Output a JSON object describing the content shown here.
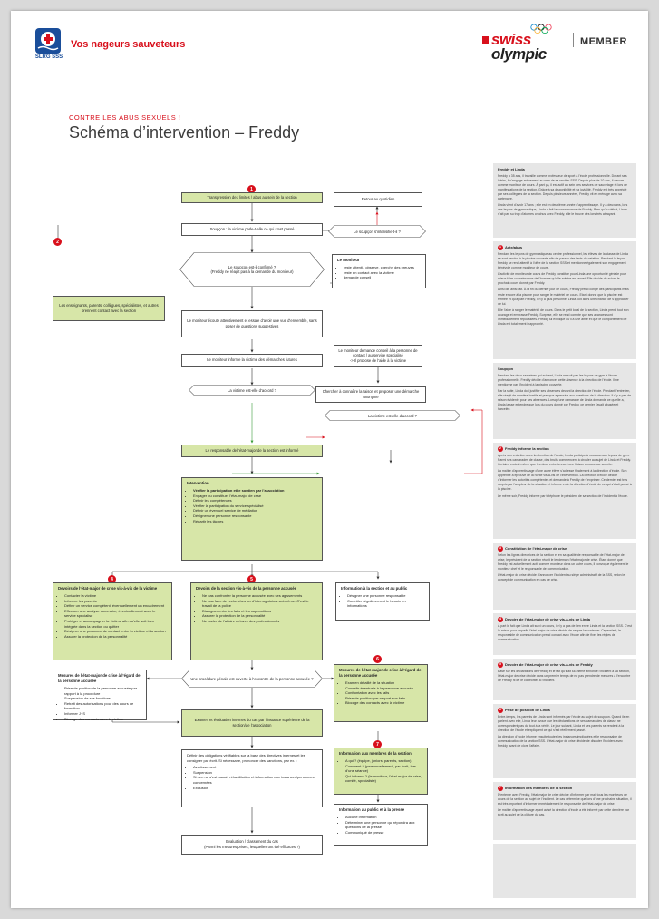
{
  "header": {
    "org_name": "Vos nageurs sauveteurs",
    "org_abbrev": "SLRG SSS",
    "partner_swiss": "swiss",
    "partner_olympic": "olympic",
    "partner_member": "MEMBER"
  },
  "kicker": "CONTRE LES ABUS SEXUELS !",
  "title": "Schéma d’intervention – Freddy",
  "flow": {
    "transgression": "Transgression des limites / abus au sein de la section",
    "retour": "Retour au quotidien",
    "soupcon": "Soupçon : la victime parle-t-elle ce qui s’est passé",
    "soupcon_intensifie": "Le soupçon s’intensifie-t-il ?",
    "soupcon_confirme": "Le soupçon est-il confirmé ?\n(Freddy ne réagit pas à la demande du moniteur)",
    "moniteur_title": "Le moniteur",
    "moniteur_items": [
      "reste attentif, observe, cherche des preuves",
      "reste en contact avec la victime",
      "demande conseil"
    ],
    "enseignants": "Les enseignants, parents, collègues, spécialistes, et autres prennent contact avec la section",
    "ecoute": "Le moniteur écoute attentivement et essaie d’avoir une vue d’ensemble, sans poser de questions suggestives",
    "informe_victime": "Le moniteur informe la victime des démarches futures",
    "demande_conseil": "Le moniteur demande conseil à la personne de contact / au service spécialisé\n-> Il propose de l’aide à la victime",
    "victime_accord1": "La victime est-elle d’accord ?",
    "chercher_raison": "Chercher à connaître la raison et proposer une démarche anonyme",
    "victime_accord2": "La victime est-elle d’accord ?",
    "responsable_informe": "Le responsable de l’état-major de la section est informé",
    "intervention_title": "Intervention",
    "intervention_items": [
      "Vérifier la participation et le soutien par l’association",
      "Engager ou constituer l’état-major de crise",
      "Définir les compétences",
      "Vérifier la participation du service spécialisé",
      "Définir un éventuel service de médiation",
      "Désigner une personne responsable",
      "Répartir les tâches"
    ],
    "devoirs_victime_title": "Devoirs de l’état-major de crise vis-à-vis de la victime",
    "devoirs_victime_items": [
      "Contacter la victime",
      "Informer les parents",
      "Définir un service compétent, éventuellement un encadrement",
      "Effectuer une analyse sommaire, éventuellement avec le service spécialisé",
      "Protéger et accompagner la victime afin qu’elle soit bien intégrée dans la section ou quitter",
      "Désigner une personne de contact entre la victime et la section",
      "Assurer la protection de la personnalité"
    ],
    "devoirs_accusee_title": "Devoirs de la section vis-à-vis de la personne accusée",
    "devoirs_accusee_items": [
      "Ne pas confronter la personne accusée avec ses agissements",
      "Ne pas faire de recherches ou d’interrogatoires soi-même. C’est le travail de la police",
      "Dialoguer entre les faits et les suppositions",
      "Assurer la protection de la personnalité",
      "Ne parler de l’affaire qu’avec des professionnels"
    ],
    "info_section_title": "Information à la section et au public",
    "info_section_items": [
      "Désigner une personne responsable",
      "Contrôler régulièrement le besoin en informations"
    ],
    "procedure_penale": "Une procédure pénale est ouverte à l’encontre de la personne accusée ?",
    "mesures_gauche_title": "Mesures de l’état-major de crise à l’égard de la personne accusée",
    "mesures_gauche_items": [
      "Prise de position de la personne accusée par rapport à la procédure",
      "Suspension de ses fonctions",
      "Retrait des autorisations pour des cours de formation",
      "Informer J+S",
      "Blocage des contacts avec la victime"
    ],
    "mesures_droite_title": "Mesures de l’état-major de crise à l’égard de la personne accusée",
    "mesures_droite_items": [
      "Examen détaillé de la situation",
      "Conseils éventuels à la personne accusée",
      "Confrontation avec les faits",
      "Prise de position par rapport aux faits",
      "Blocage des contacts avec la victime"
    ],
    "examen": "Examen et évaluation internes du cas par l’instance supérieure de la section/de l’association",
    "obligations_title": "Définir des obligations vérifiables sur la base des directives internes et les consigner par écrit. Si nécessaire, prononcer des sanctions, par ex. :",
    "obligations_items": [
      "Avertissement",
      "Suspension",
      "Si rien ne s’est passé, réhabilitation et information aux instances/personnes concernées",
      "Exclusion"
    ],
    "info_membres_title": "Information aux membres de la section",
    "info_membres_items": [
      "A qui ? (équipe, juniors, parents, section)",
      "Comment ? (personnellement, par écrit, lors d’une séance)",
      "Qui informe ? (le moniteur, l’état-major de crise, comité, spécialiste)"
    ],
    "info_presse_title": "Information au public et à la presse",
    "info_presse_items": [
      "Aucune information",
      "Déterminer une personne qui répondra aux questions de la presse",
      "Communiqué de presse"
    ],
    "evaluation": "Evaluation / classement du cas\n(Parmi les mesures prises, lesquelles ont été efficaces ?)"
  },
  "sidebar": [
    {
      "num": "",
      "title": "Freddy et Linda",
      "paras": [
        "Freddy a 35 ans, il travaille comme professeur de sport à l’école professionnelle. Durant ses loisirs, il s’engage activement au sein de sa section SSS. Depuis plus de 10 ans, il oeuvre comme moniteur de cours. À part ça, il est actif au sein des services de sauvetage et lors de manifestations de la section. Grâce à sa disponibilité et sa jovialité, Freddy est très apprécié par ses collègues de la section. Depuis plusieurs années, Freddy vit en ménage avec sa partenaire.",
        "Linda vient d’avoir 17 ans ; elle est en deuxième année d’apprentissage. Il y a deux ans, lors des leçons de gymnastique, Linda a fait la connaissance de Freddy. Bien qu’au début, Linda n’ait pas su trop d’atomes crochus avec Freddy, elle le trouve dès lors très attrayant."
      ]
    },
    {
      "num": "1",
      "title": "Acte/abus",
      "paras": [
        "Pendant les leçons de gymnastique au centre professionnel, les élèves de la classe de Linda se sont rendus à la piscine couverte afin de passer des tests de natation. Pendant la leçon, Freddy se rend attentif à l’offre de la section SSS et mentionne également son engagement bénévole comme moniteur de cours.",
        "L’activité de moniteur de cours de Freddy constitue pour Linda une opportunité géniale pour mieux faire connaissance de l’homme qu’elle admire en secret. Elle décide de suivre le prochain cours donné par Freddy.",
        "Ainsi dit, ainsi fait. À la fin du dernier jour de cours, Freddy prend congé des participants mais reste encore à la piscine pour ranger le matériel de cours. Etant donné que la piscine est fermée et qu’à part Freddy, il n’y a plus personne, Linda voit alors une chance de s’approcher de lui.",
        "Elle l’aide à ranger le matériel de cours. Dans le petit local de la section, Linda prend tout son courage et embrasse Freddy. Surprise, elle se rend compte que ses avances sont immédiatement repoussées. Freddy lui explique qu’il a une amie et que le comportement de Linda est totalement inapproprié."
      ]
    },
    {
      "num": "",
      "title": "Soupçon",
      "paras": [
        "Pendant les deux semaines qui suivent, Linda ne suit pas les leçons de gym à l’école professionnelle. Freddy décide d’annoncer cette absence à la direction de l’école. Il ne mentionne pas l’incident à la piscine couverte.",
        "Par la suite, Linda doit justifier ses absences devant la direction de l’école. Pendant l’entretien, elle réagit de manière hostile et presque agressive aux questions de la direction. Il n’y a pas de raison évidente pour ses absences. Lorsqu’une camarade de Linda demande ce qu’elle a, Linda laisse entendre que lors du cours donné par Freddy, ce dernier l’avait abusée et harcelée."
      ]
    },
    {
      "num": "2",
      "title": "Freddy informe la section",
      "paras": [
        "Après son entretien avec la direction de l’école, Linda participe à nouveau aux leçons de gym. Parmi ses camarades de classe, des bruits commencent à circuler au sujet de Linda et Freddy. Certains croient même que les deux entretiennent une liaison amoureuse secrète.",
        "La maître d’apprentissage d’une autre élève s’adresse finalement à la direction d’école. Son apprentie a éprouvé de la honte vis-à-vis de l’intervention. La direction d’école décide d’informer les autorités compétentes et demande à Freddy de s’exprimer. Ce dernier est très surpris par l’ampleur de la situation et informe enfin la direction d’école de ce qui s’était passé à la piscine.",
        "Le même soir, Freddy informe par téléphone le président de sa section de l’incident à l’école."
      ]
    },
    {
      "num": "3",
      "title": "Constitution de l’état-major de crise",
      "paras": [
        "Selon les lignes directrices de la section et en sa qualité de responsable de l’état-major de crise, le président de la section réunit le lendemain l’état-major de crise. Étant donné que Freddy est actuellement actif comme moniteur dans un autre cours, il convoque également le moniteur chef et le responsable de communication.",
        "L’état-major de crise décide d’annoncer l’incident au siège administratif de la SSS, selon le concept de communication en cas de crise."
      ]
    },
    {
      "num": "4",
      "title": "Devoirs de l’état-major de crise vis-à-vis de Linda",
      "paras": [
        "À part le fait que Linda ait suivi un cours, il n’y a pas de lien entre Linda et la section SSS. C’est la raison pour laquelle l’état-major de crise décide de ne pas la contacter. Cependant, le responsable de communication prend contact avec l’école afin de fixer les règles de communication."
      ]
    },
    {
      "num": "5",
      "title": "Devoirs de l’état-major de crise vis-à-vis de Freddy",
      "paras": [
        "Basé sur les déclarations de Freddy et le fait qu’il ait lui-même annoncé l’incident à sa section, l’état-major de crise décide dans un premier temps de ne pas prendre de mesures à l’encontre de Freddy ni de le confronter à l’incident."
      ]
    },
    {
      "num": "6",
      "title": "Prise de position de Linda",
      "paras": [
        "Entre-temps, les parents de Linda sont informés par l’école au sujet du soupçon. Quand ils en parlent avec elle, Linda leur avoue que les déclarations de ses camarades de classe ne correspondent pas du tout à la vérité. Le jour suivant, Linda et ses parents se rendent à la direction de l’école et expliquent ce qui s’est réellement passé.",
        "La direction d’école informe ensuite toutes les instances impliquées et le responsable de communication de la section SSS. L’état-major de crise décide de discuter l’incident avec Freddy avant de clore l’affaire."
      ]
    },
    {
      "num": "7",
      "title": "Information des membres de la section",
      "paras": [
        "D’entente avec Freddy, l’état-major de crise décide d’informer par mail tous les moniteurs de cours de la section au sujet de l’incident. Le cas détermine que lors d’une prochaine situation, il est très important d’informer immédiatement le responsable de l’état-major de crise.",
        "Le maître d’apprentissage ayant avisé la direction d’école a été informé par cette dernière par écrit au sujet de la clôture du cas."
      ]
    }
  ],
  "colors": {
    "accent_red": "#d8101c",
    "flow_green": "#d7e6a8",
    "sidebar_grey": "#e6e6e6"
  }
}
